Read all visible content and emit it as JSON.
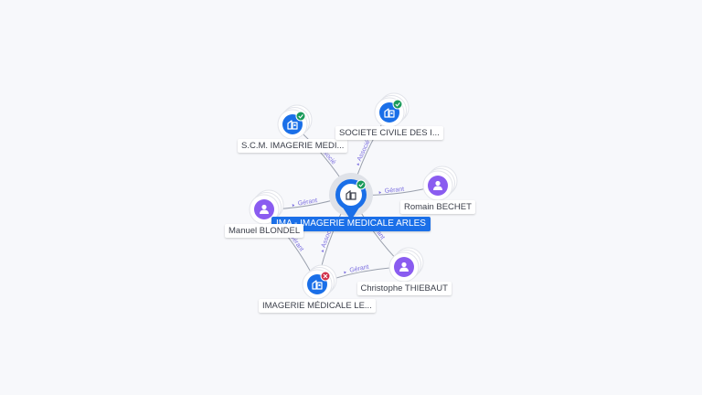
{
  "colors": {
    "company_blue": "#1a6fe8",
    "person_purple": "#8a5cf0",
    "active_green": "#1a9a5a",
    "closed_red": "#d0304a",
    "edge": "#9aa0ad",
    "edge_label": "#7c6fe0"
  },
  "nodes": [
    {
      "id": "center",
      "label": "IMA - IMAGERIE MEDICALE ARLES",
      "kind": "company",
      "status": "active",
      "icon": "building-icon"
    },
    {
      "id": "scm",
      "label": "S.C.M. IMAGERIE MEDI...",
      "kind": "company",
      "status": "active",
      "icon": "building-icon"
    },
    {
      "id": "sci",
      "label": "SOCIETE CIVILE DES I...",
      "kind": "company",
      "status": "active",
      "icon": "building-icon"
    },
    {
      "id": "bechet",
      "label": "Romain BECHET",
      "kind": "person",
      "icon": "person-icon"
    },
    {
      "id": "blondel",
      "label": "Manuel BLONDEL",
      "kind": "person",
      "icon": "person-icon"
    },
    {
      "id": "thiebaut",
      "label": "Christophe THIEBAUT",
      "kind": "person",
      "icon": "person-icon"
    },
    {
      "id": "imle",
      "label": "IMAGERIE MÉDICALE LE...",
      "kind": "company",
      "status": "closed",
      "icon": "building-icon"
    }
  ],
  "edges": [
    {
      "from": "scm",
      "to": "center",
      "label": "Associé"
    },
    {
      "from": "sci",
      "to": "center",
      "label": "Associé"
    },
    {
      "from": "bechet",
      "to": "center",
      "label": "Gérant"
    },
    {
      "from": "blondel",
      "to": "center",
      "label": "Gérant"
    },
    {
      "from": "thiebaut",
      "to": "center",
      "label": "Gérant"
    },
    {
      "from": "center",
      "to": "imle",
      "label": "Associé"
    },
    {
      "from": "blondel",
      "to": "imle",
      "label": "Gérant"
    },
    {
      "from": "thiebaut",
      "to": "imle",
      "label": "Gérant"
    }
  ]
}
